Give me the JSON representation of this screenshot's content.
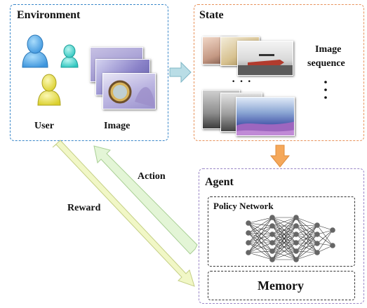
{
  "environment": {
    "title": "Environment",
    "user_label": "User",
    "image_label": "Image"
  },
  "state": {
    "title": "State",
    "sequence_label_line1": "Image",
    "sequence_label_line2": "sequence",
    "ellipsis_horizontal": "· · ·"
  },
  "agent": {
    "title": "Agent",
    "policy_title": "Policy Network",
    "memory_title": "Memory"
  },
  "edges": {
    "action_label": "Action",
    "reward_label": "Reward"
  },
  "colors": {
    "environment_border": "#3a87c9",
    "state_border": "#e8925a",
    "agent_border": "#9a86c6",
    "state_arrow": "#b9dde6",
    "agent_arrow": "#f5a85a",
    "action_arrow": "#e3f5d6",
    "reward_arrow": "#f1f7c6",
    "user_blue": "#4aa8e8",
    "user_cyan": "#45d6cf",
    "user_yellow": "#e9e04a",
    "neuron": "#666666"
  },
  "icons": {
    "users": "person-icon",
    "images": "photo-thumbnail-icon"
  }
}
